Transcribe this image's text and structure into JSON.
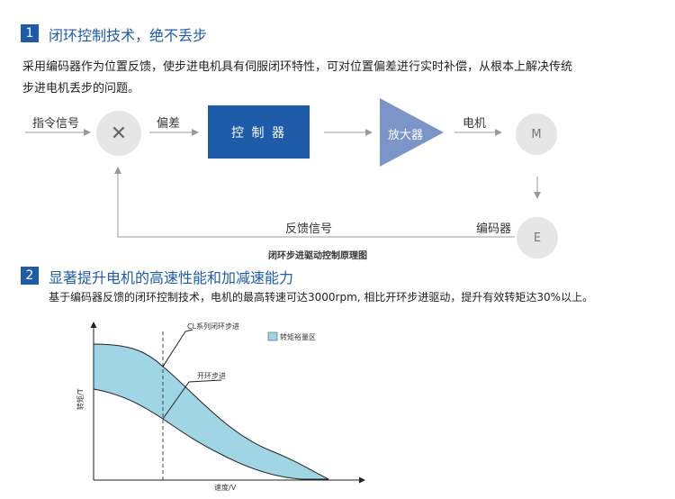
{
  "section1": {
    "number": "1",
    "title": "闭环控制技术，绝不丢步",
    "para_line1": "采用编码器作为位置反馈，使步进电机具有伺服闭环特性，可对位置偏差进行实时补偿，从根本上解决传统",
    "para_line2": "步进电机丢步的问题。"
  },
  "diagram": {
    "input_label": "指令信号",
    "multiply_symbol": "✕",
    "error_label": "偏差",
    "controller_label": "控 制 器",
    "amplifier_label": "放大器",
    "motor_label": "电机",
    "motor_symbol": "M",
    "encoder_symbol": "E",
    "feedback_label": "反馈信号",
    "encoder_label": "编码器",
    "caption": "闭环步进驱动控制原理图",
    "colors": {
      "accent": "#1e5ba8",
      "amplifier": "#7b95c9",
      "node": "#e6e6e6",
      "arrow": "#9a9a9a"
    }
  },
  "section2": {
    "number": "2",
    "title": "显著提升电机的高速性能和加减速能力",
    "para": "基于编码器反馈的闭环控制技术，电机的最高转速可达3000rpm,  相比开环步进驱动，提升有效转矩达30%以上。"
  },
  "chart": {
    "ylabel": "转矩/T",
    "xlabel": "速度/V",
    "legend_label": "转矩裕量区",
    "annotation_cl": "CL系列闭环步进",
    "annotation_open": "开环步进",
    "fill_color": "#9fd5e4"
  }
}
